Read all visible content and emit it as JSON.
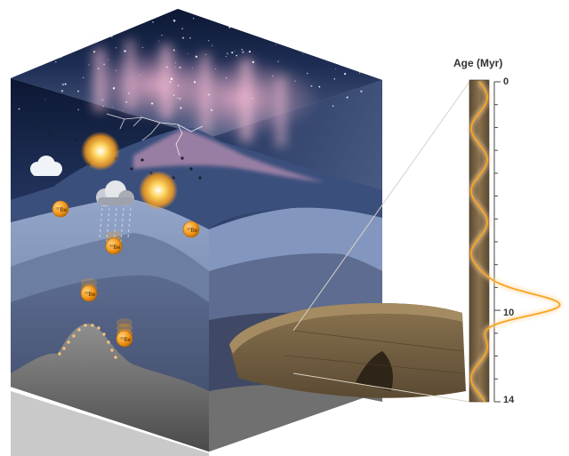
{
  "isotope_label": "10Be",
  "isotope_mass": "10",
  "isotope_symbol": "Be",
  "age_axis": {
    "title": "Age (Myr)",
    "ticks": [
      "0",
      "10",
      "14"
    ]
  },
  "colors": {
    "sky_top": "#0d1b3a",
    "sky_mid": "#4a5f8c",
    "aurora": "#f4a7c6",
    "particle": "#f39a1e",
    "ice": "#b9c8e0",
    "rock": "#6b6b6b",
    "core": "#6b5a40",
    "signal": "#f6a623"
  },
  "icons": [
    "star-icon",
    "lightning-icon",
    "cloud-icon",
    "rain-cloud-icon",
    "particle-icon"
  ]
}
